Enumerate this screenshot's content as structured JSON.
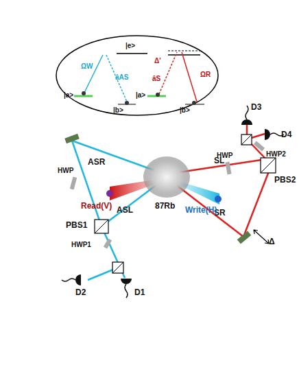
{
  "diagram": {
    "labels": [
      "|e>",
      "ΩW",
      "âAS",
      "|a>",
      "|b>",
      "Δ'",
      "âS",
      "ΩR",
      "|a>",
      "|b>",
      "D3",
      "D4",
      "HWP2",
      "HWP",
      "PBS2",
      "SL",
      "SR",
      "Δ",
      "ASR",
      "ASL",
      "HWP",
      "Read(V)",
      "Write(H)",
      "87Rb",
      "PBS1",
      "HWP1",
      "D2",
      "D1"
    ]
  }
}
